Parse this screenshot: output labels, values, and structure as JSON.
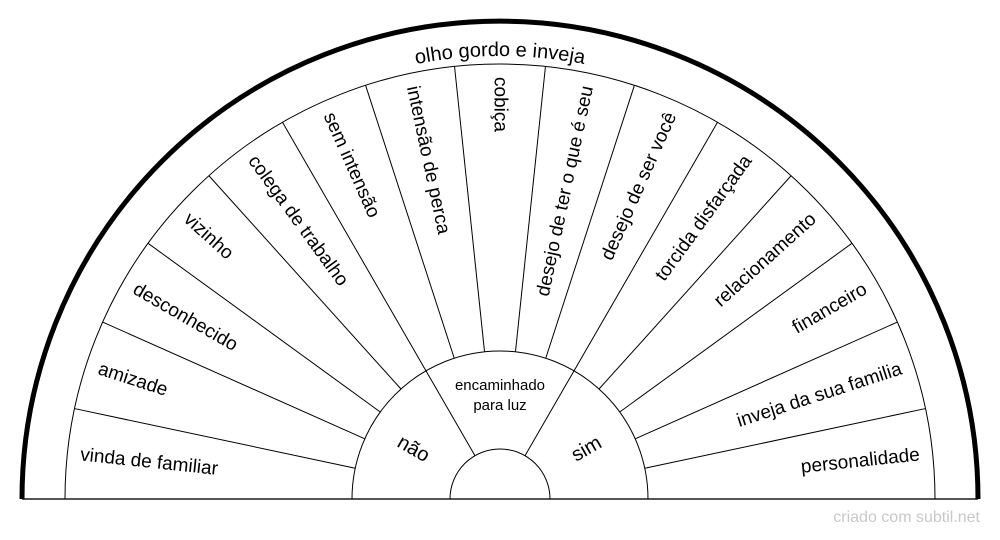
{
  "title": "olho gordo e inveja",
  "segments": [
    "vinda de familiar",
    "amizade",
    "desconhecido",
    "vizinho",
    "colega de trabalho",
    "sem intensão",
    "intensão de perca",
    "cobiça",
    "desejo de ter o que é seu",
    "desejo de ser você",
    "torcida disfarçada",
    "relacionamento",
    "financeiro",
    "inveja da sua familia",
    "personalidade"
  ],
  "inner": {
    "no": "não",
    "center_line1": "encaminhado",
    "center_line2": "para luz",
    "yes": "sim"
  },
  "footer": "criado com subtil.net"
}
